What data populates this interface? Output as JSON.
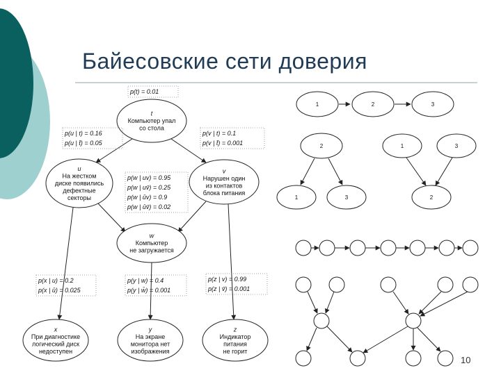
{
  "title": "Байесовские сети доверия",
  "page_number": "10",
  "colors": {
    "title": "#1f3b55",
    "teal_dark": "#0a5f5f",
    "teal_light": "#9fd0d0",
    "line": "#8aaaaa"
  },
  "main_network": {
    "nodes": [
      {
        "id": "t",
        "lines": [
          "t",
          "Компьютер упал",
          "со стола"
        ]
      },
      {
        "id": "u",
        "lines": [
          "u",
          "На жестком",
          "диске появились",
          "дефектные",
          "секторы"
        ]
      },
      {
        "id": "v",
        "lines": [
          "v",
          "Нарушен один",
          "из контактов",
          "блока питания"
        ]
      },
      {
        "id": "w",
        "lines": [
          "w",
          "Компьютер",
          "не загружается"
        ]
      },
      {
        "id": "x",
        "lines": [
          "x",
          "При диагностике",
          "логический диск",
          "недоступен"
        ]
      },
      {
        "id": "y",
        "lines": [
          "y",
          "На экране",
          "монитора нет",
          "изображения"
        ]
      },
      {
        "id": "z",
        "lines": [
          "z",
          "Индикатор",
          "питания",
          "не горит"
        ]
      }
    ],
    "edges": [
      [
        "t",
        "u"
      ],
      [
        "t",
        "v"
      ],
      [
        "u",
        "w"
      ],
      [
        "v",
        "w"
      ],
      [
        "u",
        "x"
      ],
      [
        "w",
        "y"
      ],
      [
        "v",
        "z"
      ]
    ],
    "tables": {
      "pt": [
        "p(t) = 0.01"
      ],
      "pu": [
        "p(u | t) = 0.16",
        "p(u | t̄) = 0.05"
      ],
      "pv": [
        "p(v | t) = 0.1",
        "p(v | t̄) = 0.001"
      ],
      "pw": [
        "p(w | uv) = 0.95",
        "p(w | uv̄) = 0.25",
        "p(w | ūv) = 0.9",
        "p(w | ūv̄) = 0.02"
      ],
      "px": [
        "p(x | u) = 0.2",
        "p(x | ū) = 0.025"
      ],
      "py": [
        "p(y | w) = 0.4",
        "p(y | w̄) = 0.001"
      ],
      "pz": [
        "p(z | v) = 0.99",
        "p(z | v̄) = 0.001"
      ]
    }
  },
  "small_networks": {
    "chain": [
      "1",
      "2",
      "3"
    ],
    "diverging": {
      "top": "2",
      "bottom": [
        "1",
        "3"
      ]
    },
    "converging": {
      "top": [
        "1",
        "3"
      ],
      "bottom": "2"
    }
  }
}
